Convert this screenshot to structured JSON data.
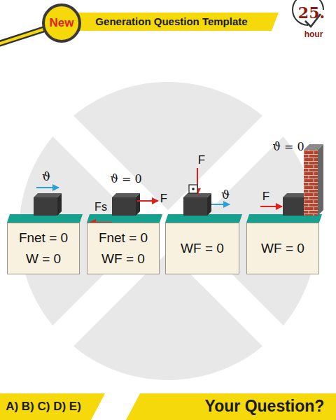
{
  "diagram": {
    "title": "Generation Question Template",
    "nodes": [
      {
        "text": [
          "Fnet = 0",
          "W = 0"
        ]
      },
      {
        "text": [
          "Fnet = 0",
          "WF = 0"
        ]
      },
      {
        "text": [
          "WF = 0"
        ]
      },
      {
        "text": [
          "WF = 0"
        ]
      }
    ],
    "labels": [
      "New",
      "25.",
      "hour",
      "ϑ",
      "ϑ = 0",
      "F",
      "Fs",
      "F",
      "ϑ",
      "ϑ = 0",
      "F",
      "A) B) C) D) E)",
      "Your Question?"
    ]
  }
}
